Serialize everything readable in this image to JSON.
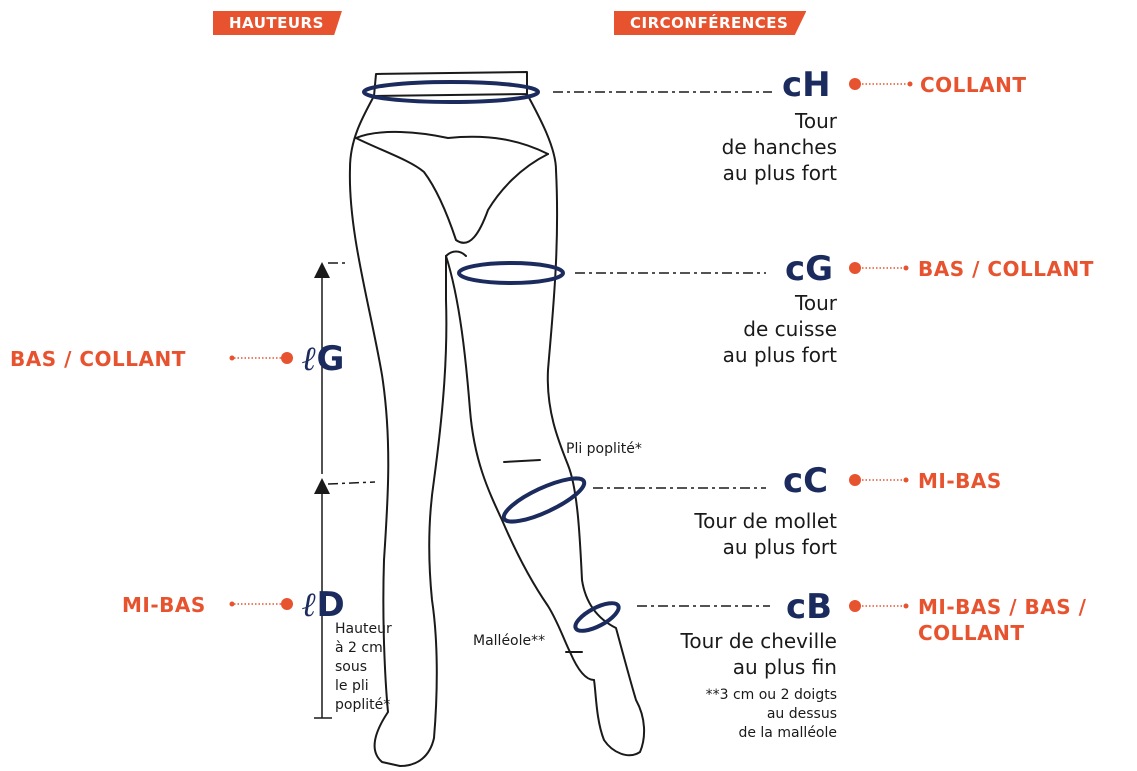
{
  "colors": {
    "accent": "#e8532f",
    "navy": "#1b2b5e",
    "line": "#1a1a1a"
  },
  "tabs": {
    "heights": "HAUTEURS",
    "circumferences": "CIRCONFÉRENCES"
  },
  "circumferences": [
    {
      "code_prefix": "c",
      "code_letter": "H",
      "description": "Tour\nde hanches\nau plus fort",
      "product": "COLLANT"
    },
    {
      "code_prefix": "c",
      "code_letter": "G",
      "description": "Tour\nde cuisse\nau plus fort",
      "product": "BAS / COLLANT"
    },
    {
      "code_prefix": "c",
      "code_letter": "C",
      "description": "Tour de mollet\nau plus fort",
      "product": "MI-BAS"
    },
    {
      "code_prefix": "c",
      "code_letter": "B",
      "description": "Tour de cheville\nau plus fin",
      "product": "MI-BAS / BAS /\nCOLLANT"
    }
  ],
  "heights": [
    {
      "code_prefix": "ℓ",
      "code_letter": "G",
      "product": "BAS / COLLANT"
    },
    {
      "code_prefix": "ℓ",
      "code_letter": "D",
      "product": "MI-BAS"
    }
  ],
  "notes": {
    "pli_poplite": "Pli poplité*",
    "malleole": "Malléole**",
    "hauteur": "Hauteur\nà 2 cm\nsous\nle pli\npoplité*",
    "malleole_note": "**3 cm ou 2 doigts\nau dessus\nde la malléole"
  }
}
